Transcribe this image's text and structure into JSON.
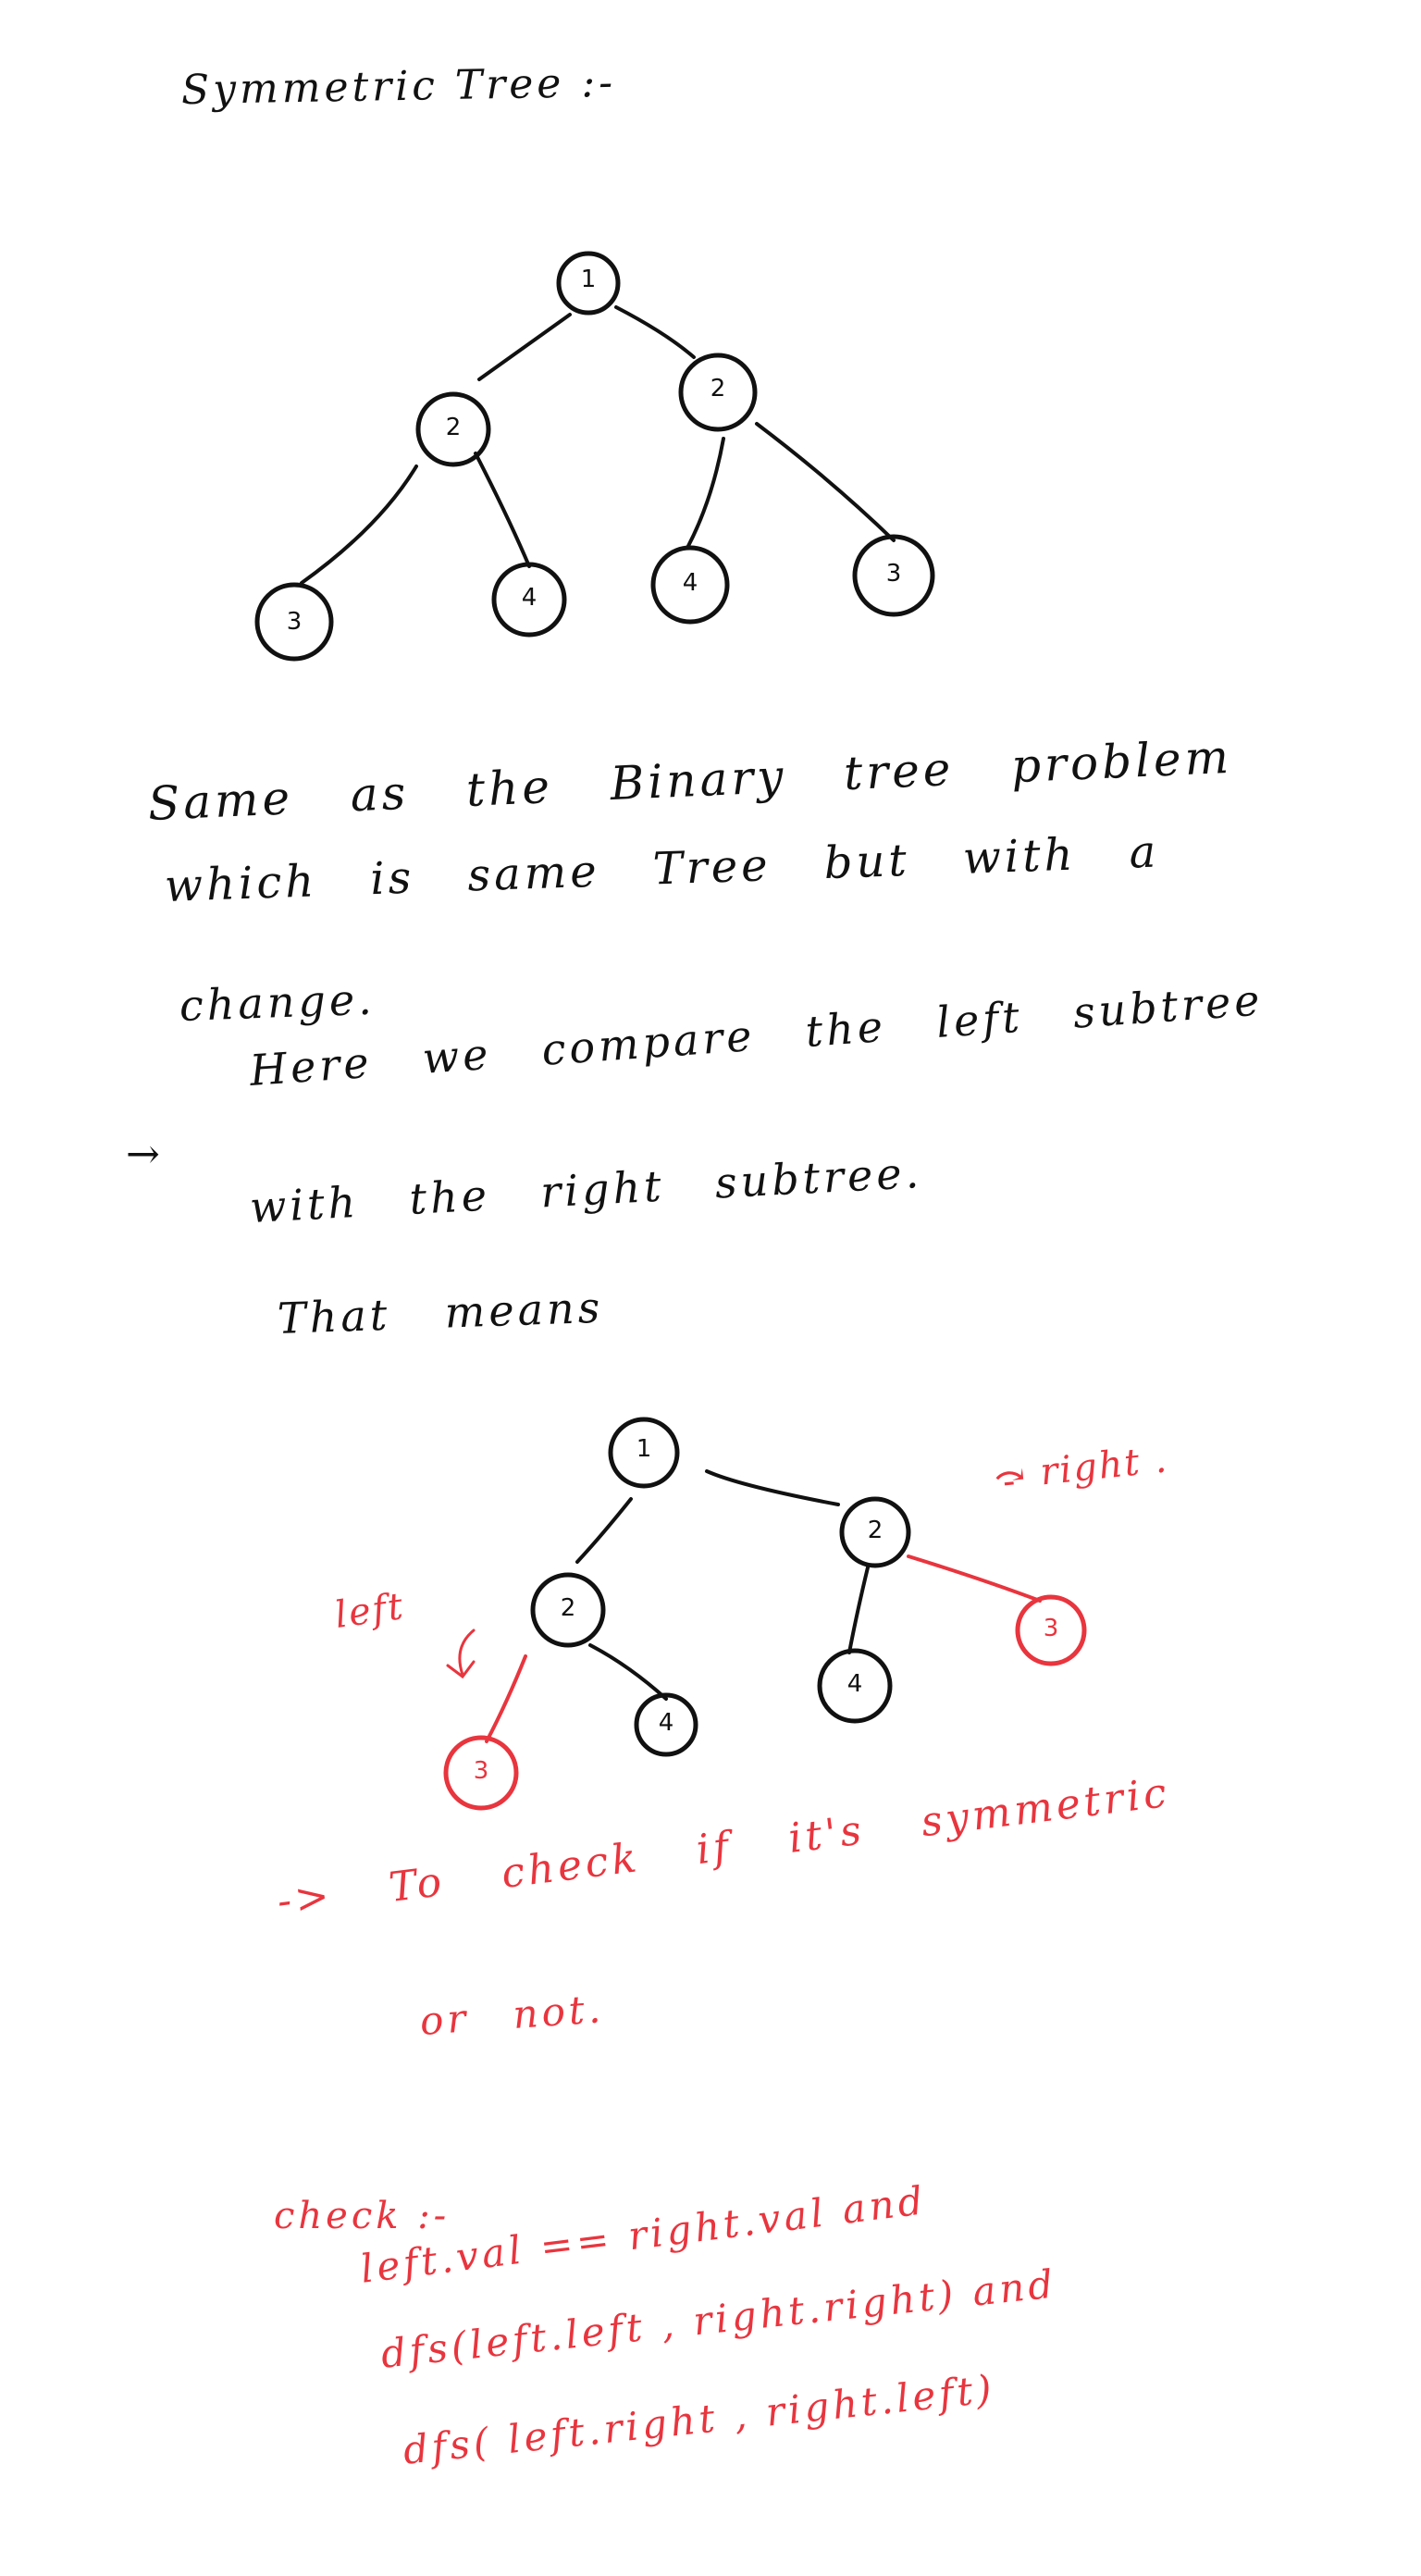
{
  "title": "Symmetric Tree :-",
  "tree1": {
    "nodes": [
      "1",
      "2",
      "2",
      "3",
      "4",
      "4",
      "3"
    ]
  },
  "notes": {
    "line1": "Same as the Binary tree problem",
    "line2": "which is same Tree but with a",
    "line3": "change.",
    "arrow": "→",
    "line4": "Here we compare the left subtree",
    "line5": "with the right subtree.",
    "line6": "That means"
  },
  "tree2": {
    "nodes": [
      "1",
      "2",
      "2",
      "3",
      "4",
      "4",
      "3"
    ],
    "label_right": "⤼ right .",
    "label_left": "left"
  },
  "check_notes": {
    "line1": "-> To check if it's symmetric",
    "line2": "or not.",
    "heading": "check :-",
    "cond1": "left.val == right.val and",
    "cond2": "dfs(left.left , right.right) and",
    "cond3": "dfs( left.right , right.left)"
  },
  "colors": {
    "ink": "#111111",
    "red_ink": "#e8353e"
  }
}
